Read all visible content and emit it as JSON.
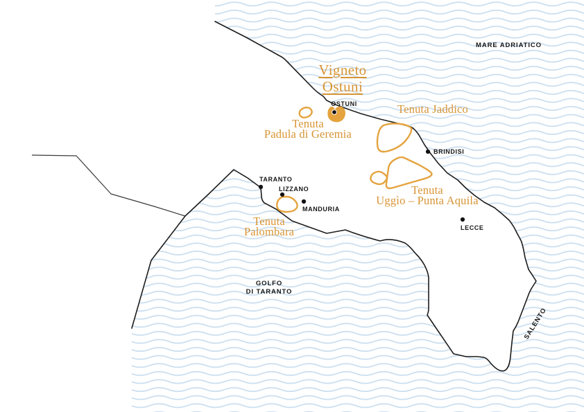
{
  "map_title": "Vigneto\nOstuni",
  "sea_labels": {
    "adriatic": "MARE ADRIATICO",
    "gulf": "GOLFO\nDI TARANTO",
    "salento": "SALENTO"
  },
  "cities": {
    "ostuni": "OSTUNI",
    "brindisi": "BRINDISI",
    "taranto": "TARANTO",
    "lizzano": "LIZZANO",
    "manduria": "MANDURIA",
    "lecce": "LECCE"
  },
  "estates": {
    "padula": "Tenuta\nPadula di Geremia",
    "jaddico": "Tenuta Jaddico",
    "uggio": "Tenuta\nUggìo – Punta Aquila",
    "palombara": "Tenuta\nPalombara"
  },
  "colors": {
    "accent_text": "#d79434",
    "estate_outline": "#e4a33e",
    "sea_wave": "#cbdeef",
    "coastline": "#1c1c1c",
    "region_border": "#3a3a3a",
    "city_dot": "#111111"
  }
}
